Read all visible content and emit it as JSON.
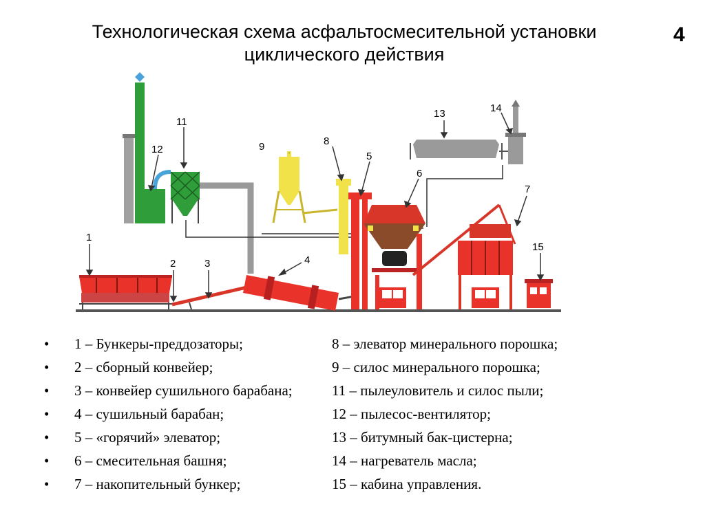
{
  "title": {
    "line1": "Технологическая схема асфальтосмесительной установки",
    "line2": "циклического действия"
  },
  "slide_number": "4",
  "diagram_labels": [
    "1",
    "2",
    "3",
    "4",
    "5",
    "6",
    "7",
    "8",
    "9",
    "11",
    "12",
    "13",
    "14",
    "15"
  ],
  "legend": [
    {
      "left": "1 – Бункеры-преддозаторы;",
      "right": "8 – элеватор минерального порошка;"
    },
    {
      "left": "2 – сборный конвейер;",
      "right": "9 – силос минерального порошка;"
    },
    {
      "left": "3 – конвейер сушильного барабана;",
      "right": "11 – пылеуловитель и силос пыли;"
    },
    {
      "left": "4 – сушильный барабан;",
      "right": "12 – пылесос-вентилятор;"
    },
    {
      "left": "5 – «горячий» элеватор;",
      "right": "13 – битумный бак-цистерна;"
    },
    {
      "left": "6 – смесительная башня;",
      "right": "14 – нагреватель масла;"
    },
    {
      "left": "7 – накопительный бункер;",
      "right": "15 – кабина управления."
    }
  ],
  "colors": {
    "red": "#e8322a",
    "green": "#2f9e3a",
    "yellow": "#f2e24a",
    "gray": "#9a9a9a",
    "blue": "#4aa3d8",
    "brown": "#8a4b2a"
  }
}
